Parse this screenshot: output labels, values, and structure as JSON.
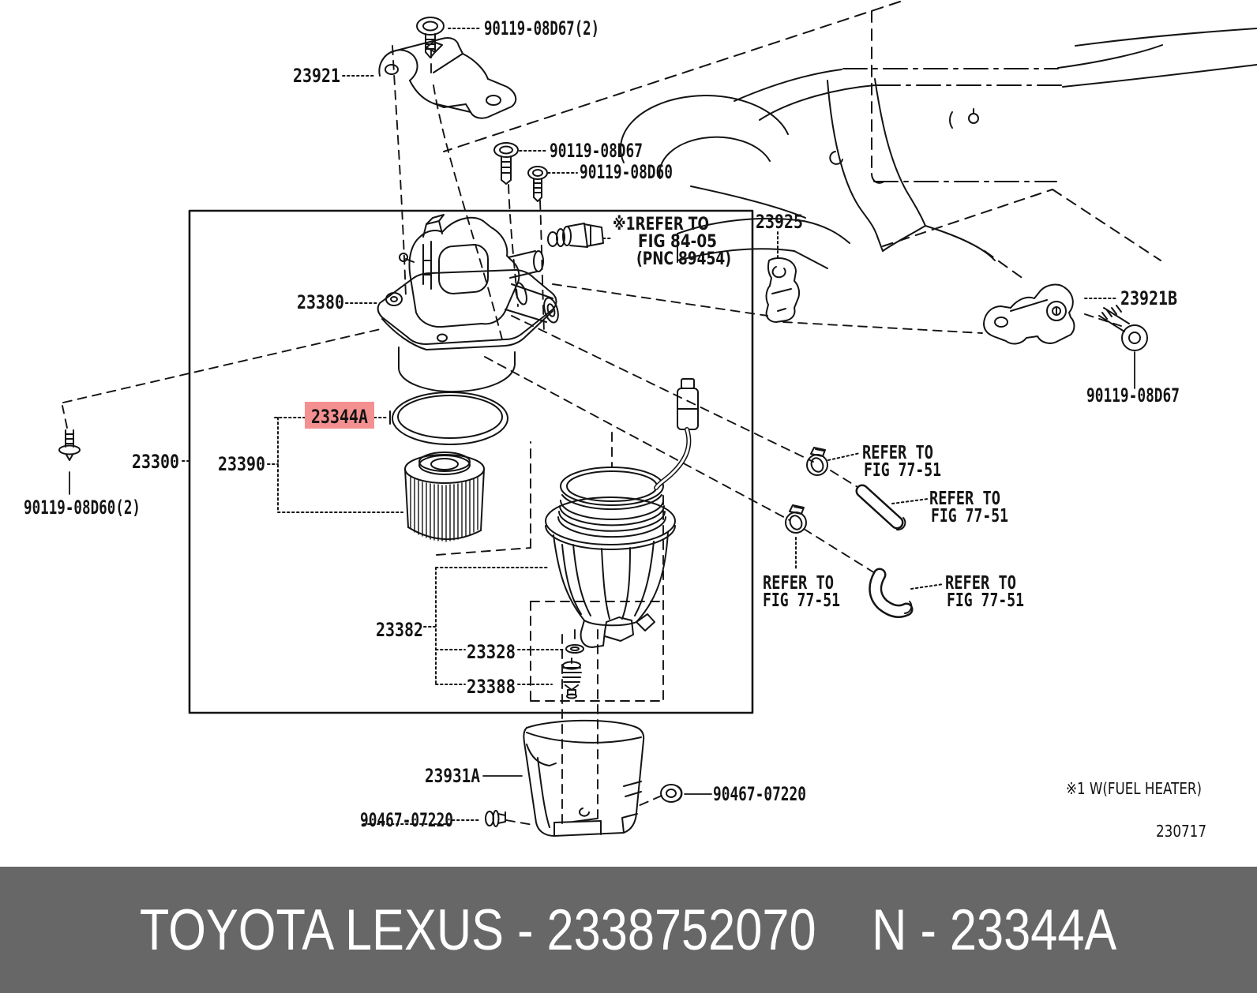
{
  "meta": {
    "background": "#ffffff",
    "ink": "#141414"
  },
  "banner": {
    "left_text": "TOYOTA LEXUS - 2338752070",
    "right_text": "N - 23344A",
    "background": "#676767",
    "text_color": "#ffffff"
  },
  "highlight": {
    "label": "23344A",
    "background": "#f59090",
    "text_color": "#7c1113"
  },
  "parts": {
    "bolt_top": "90119-08D67(2)",
    "bracket_top": "23921",
    "bolt_mid_a": "90119-08D67",
    "bolt_mid_b": "90119-08D60",
    "bracket_side": "23925",
    "head": "23380",
    "bracket_right": "23921B",
    "bolt_right": "90119-08D67",
    "assembly": "23300",
    "filter_kit": "23390",
    "bolt_left": "90119-08D60(2)",
    "case": "23382",
    "oring_drain": "23328",
    "drain_plug": "23388",
    "cover": "23931A",
    "clip_left": "90467-07220",
    "clip_right": "90467-07220"
  },
  "notes": {
    "sensor_ref_line1": "※1REFER TO",
    "sensor_ref_line2": "FIG 84-05",
    "sensor_ref_line3": "(PNC 89454)",
    "hose_ref_line1": "REFER TO",
    "hose_ref_line2": "FIG 77-51",
    "footnote": "※1 W(FUEL HEATER)",
    "doc_number": "230717"
  }
}
